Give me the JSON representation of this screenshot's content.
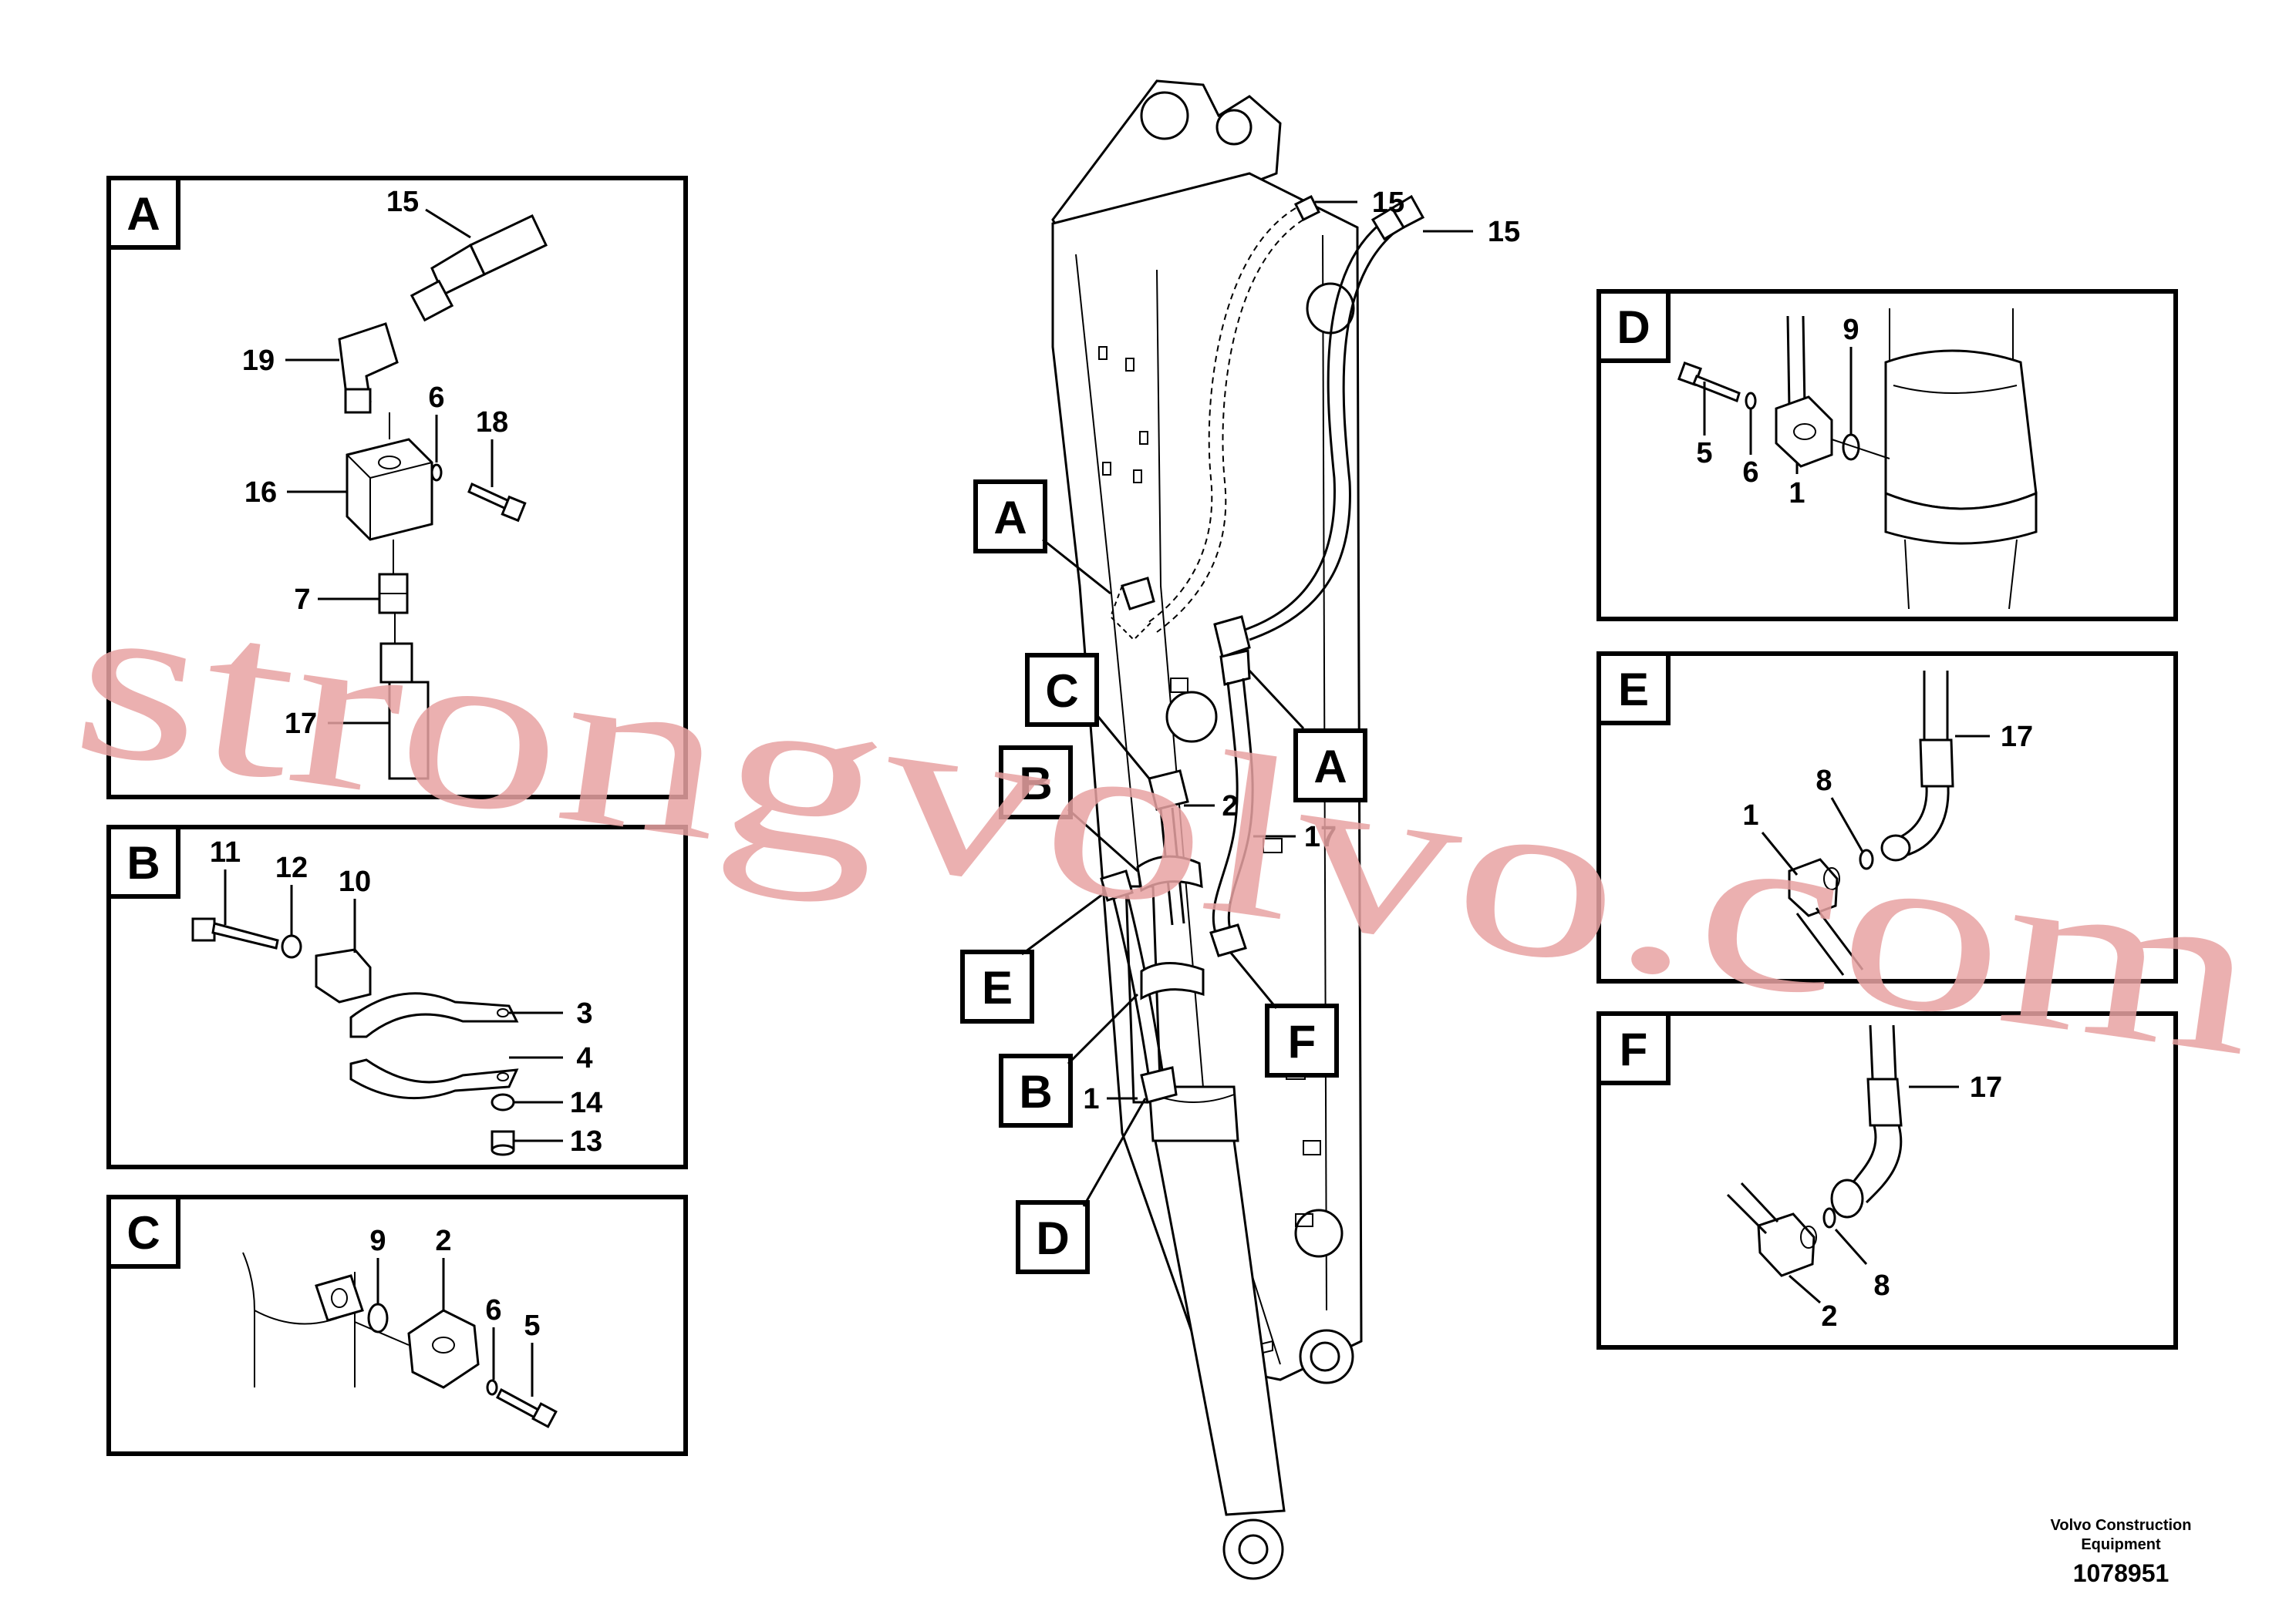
{
  "detail_letters": {
    "a": "A",
    "b": "B",
    "c": "C",
    "d": "D",
    "e": "E",
    "f": "F"
  },
  "part_numbers": {
    "p1": "1",
    "p2": "2",
    "p3": "3",
    "p4": "4",
    "p5": "5",
    "p6": "6",
    "p7": "7",
    "p8": "8",
    "p9": "9",
    "p10": "10",
    "p11": "11",
    "p12": "12",
    "p13": "13",
    "p14": "14",
    "p15": "15",
    "p16": "16",
    "p17": "17",
    "p18": "18",
    "p19": "19"
  },
  "watermark": "strongvolvo.com",
  "footer": {
    "credit_line1": "Volvo Construction",
    "credit_line2": "Equipment",
    "document_number": "1078951"
  }
}
